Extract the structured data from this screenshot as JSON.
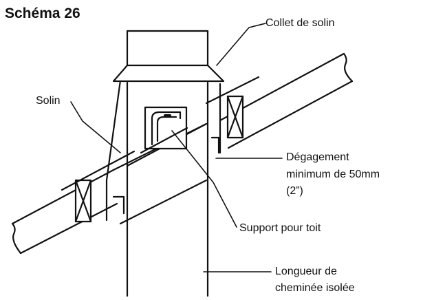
{
  "title": "Schéma 26",
  "labels": {
    "collar": "Collet de solin",
    "flashing": "Solin",
    "clearance_1": "Dégagement",
    "clearance_2": "minimum de 50mm",
    "clearance_3": "(2”)",
    "support": "Support pour toit",
    "length_1": "Longueur de",
    "length_2": "cheminée isolée"
  },
  "colors": {
    "line": "#111111",
    "background": "#ffffff"
  }
}
